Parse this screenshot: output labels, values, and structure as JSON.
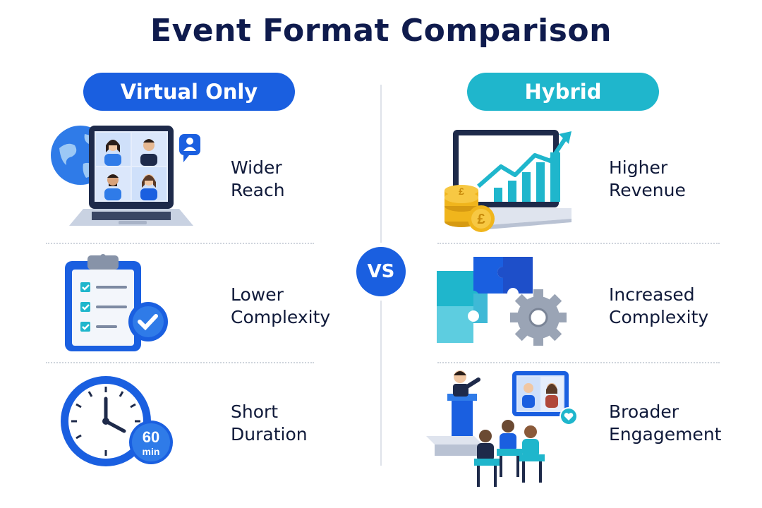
{
  "title": "Event Format Comparison",
  "vs_label": "VS",
  "columns": {
    "left": {
      "heading": "Virtual Only",
      "items": [
        {
          "line1": "Wider",
          "line2": "Reach",
          "icon": "laptop-video-call-icon"
        },
        {
          "line1": "Lower",
          "line2": "Complexity",
          "icon": "clipboard-checklist-icon"
        },
        {
          "line1": "Short",
          "line2": "Duration",
          "icon": "clock-icon",
          "badge_value": "60",
          "badge_unit": "min"
        }
      ]
    },
    "right": {
      "heading": "Hybrid",
      "items": [
        {
          "line1": "Higher",
          "line2": "Revenue",
          "icon": "growth-chart-coins-icon",
          "coin_symbol": "£"
        },
        {
          "line1": "Increased",
          "line2": "Complexity",
          "icon": "puzzle-gear-icon"
        },
        {
          "line1": "Broader",
          "line2": "Engagement",
          "icon": "speaker-audience-icon"
        }
      ]
    }
  },
  "colors": {
    "primary_blue": "#1a5fe0",
    "teal": "#1fb6cc",
    "navy_text": "#0f1b4d"
  }
}
